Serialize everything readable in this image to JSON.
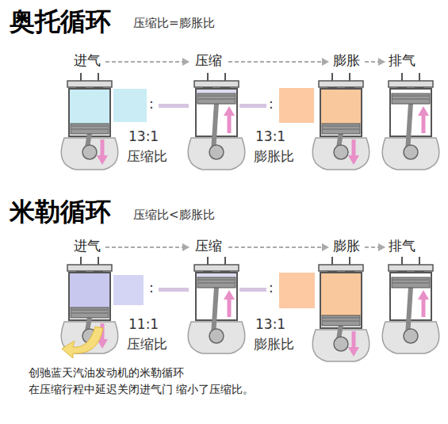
{
  "diagram": {
    "labels": [
      "奥托循环",
      "压缩比=膨胀比",
      "进气",
      "压缩",
      "膨胀",
      "排气",
      ":",
      ":",
      "13:1",
      "压缩比",
      "13:1",
      "膨胀比",
      "米勒循环",
      "压缩比<膨胀比",
      "进气",
      "压缩",
      "膨胀",
      "排气",
      ":",
      ":",
      "11:1",
      "压缩比",
      "13:1",
      "膨胀比",
      "创驰蓝天汽油发动机的米勒循环 在压缩行程中延迟关闭进气门 缩小了压缩比。"
    ]
  }
}
